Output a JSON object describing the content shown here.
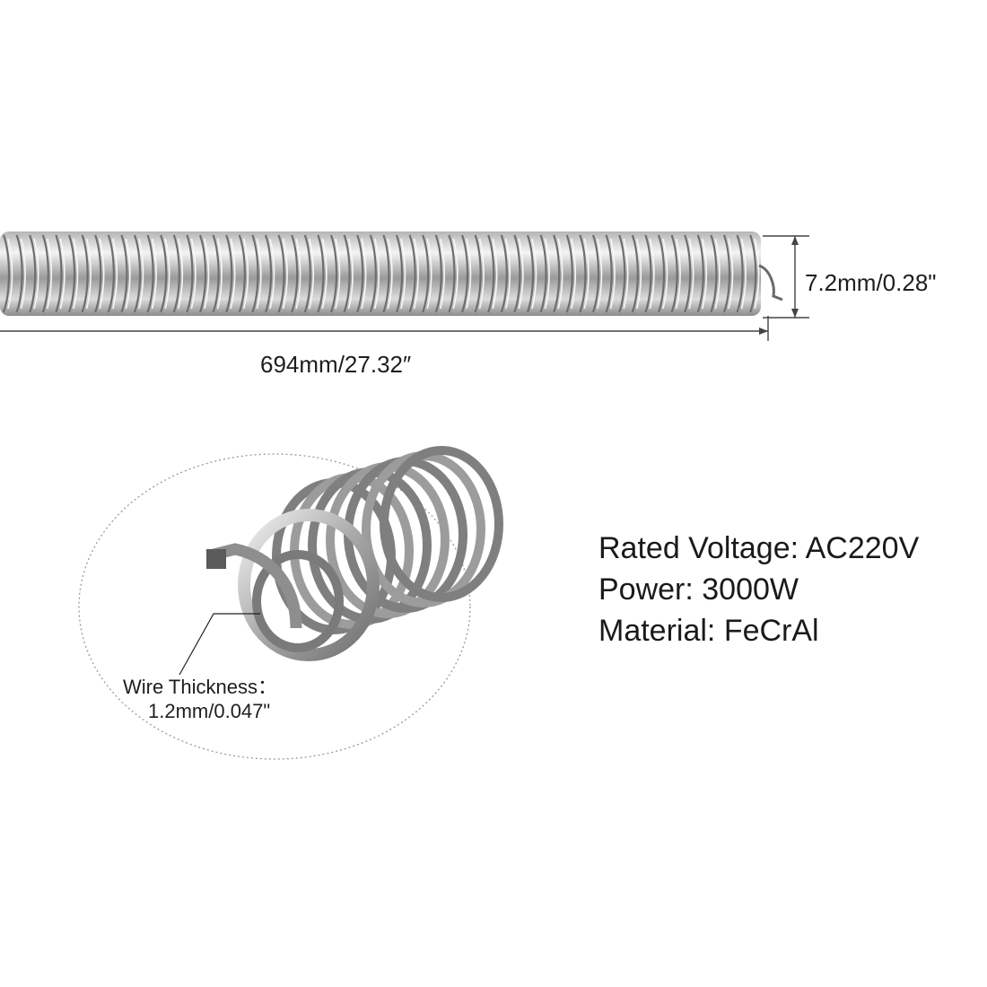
{
  "dimensions": {
    "length": "694mm/27.32″",
    "diameter": "7.2mm/0.28\""
  },
  "wire": {
    "label": "Wire Thickness：",
    "value": "1.2mm/0.047\""
  },
  "specs": [
    "Rated Voltage: AC220V",
    "Power: 3000W",
    "Material: FeCrAl"
  ],
  "icons": [
    "heating-coil-image",
    "coil-end-closeup-image"
  ],
  "colors": {
    "coil_light": "#e8e8e8",
    "coil_dark": "#5a5a5a",
    "dimension_line": "#444444",
    "text": "#1e1e1e"
  }
}
